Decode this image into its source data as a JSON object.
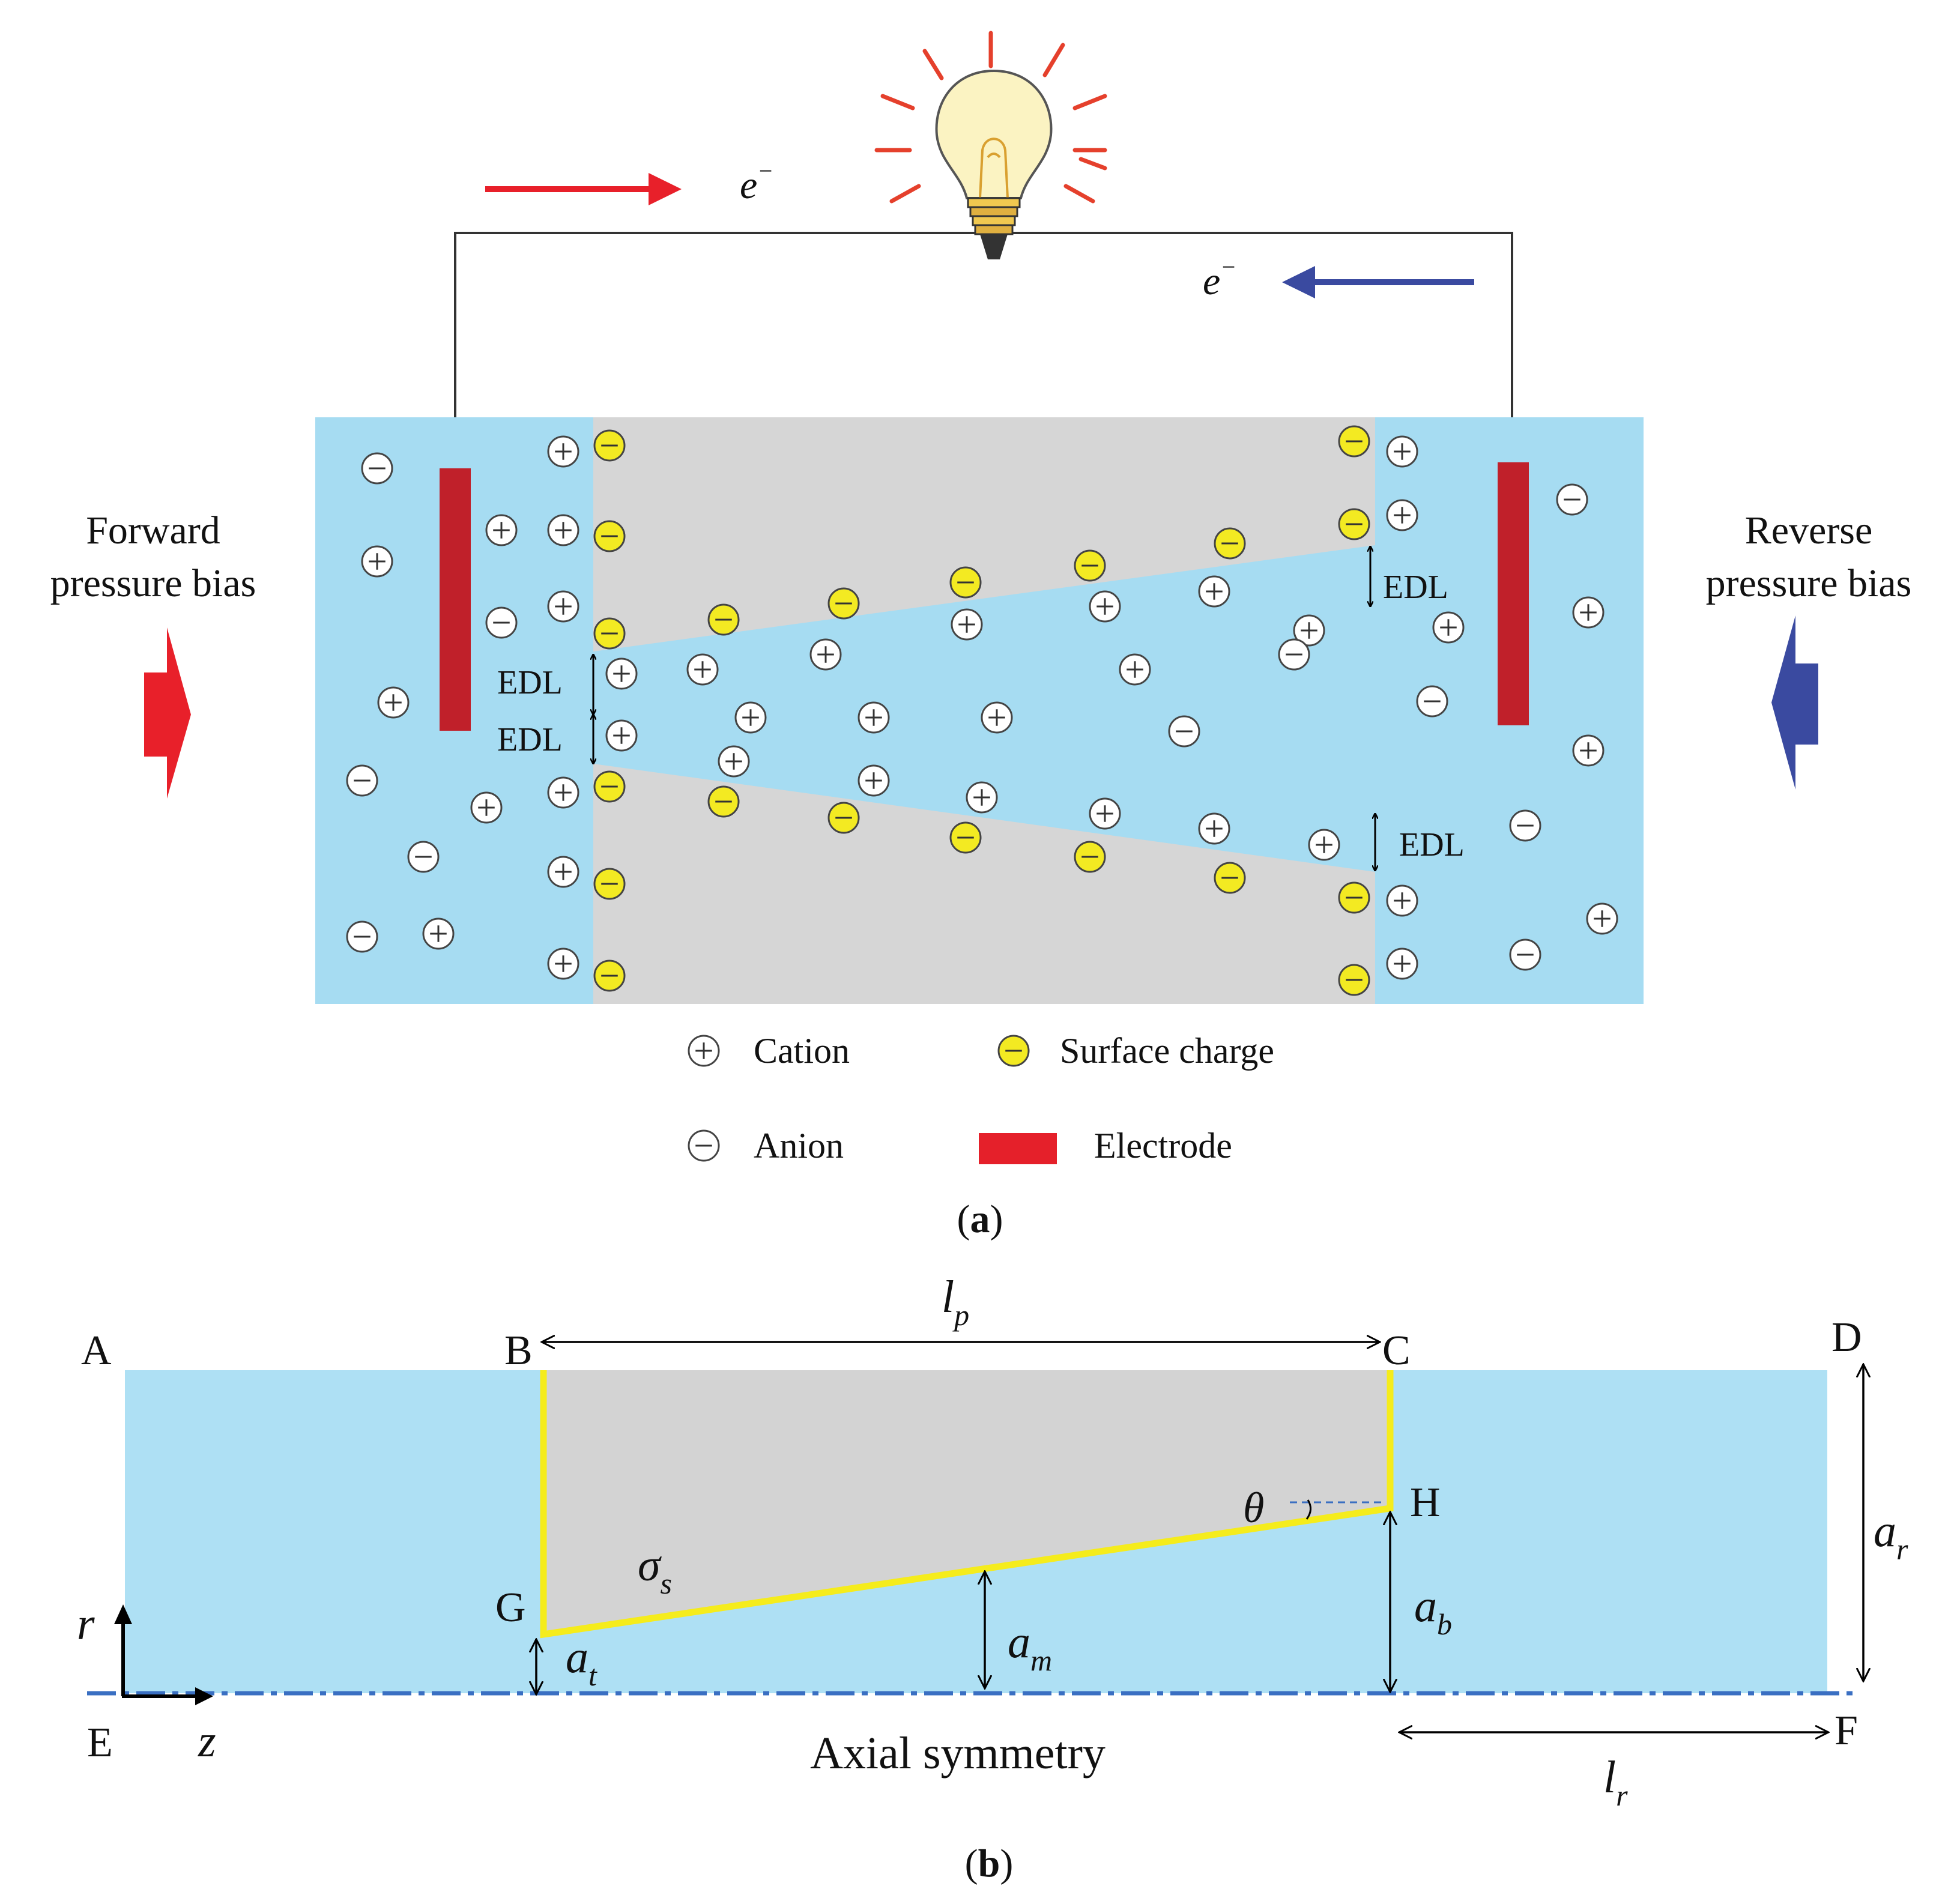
{
  "panel_a": {
    "caption_open": "(",
    "caption_letter": "a",
    "caption_close": ")",
    "electron_symbol": "e",
    "electron_charge": "−",
    "forward_line1": "Forward",
    "forward_line2": "pressure bias",
    "reverse_line1": "Reverse",
    "reverse_line2": "pressure bias",
    "edl": "EDL",
    "legend": {
      "cation": "Cation",
      "surface_charge": "Surface charge",
      "anion": "Anion",
      "electrode": "Electrode"
    },
    "colors": {
      "electrolyte": "#a6dcf2",
      "membrane": "#d6d6d6",
      "electrode": "#c0202a",
      "surface_charge": "#f3ea22",
      "forward_arrow": "#e8202a",
      "reverse_arrow": "#3a4aa0"
    }
  },
  "panel_b": {
    "caption_open": "(",
    "caption_letter": "b",
    "caption_close": ")",
    "points": {
      "A": "A",
      "B": "B",
      "C": "C",
      "D": "D",
      "E": "E",
      "F": "F",
      "G": "G",
      "H": "H"
    },
    "lp": {
      "base": "l",
      "sub": "p"
    },
    "lr": {
      "base": "l",
      "sub": "r"
    },
    "ar": {
      "base": "a",
      "sub": "r"
    },
    "ab": {
      "base": "a",
      "sub": "b"
    },
    "am": {
      "base": "a",
      "sub": "m"
    },
    "at": {
      "base": "a",
      "sub": "t"
    },
    "sigma": {
      "base": "σ",
      "sub": "s"
    },
    "theta": "θ",
    "r_axis": "r",
    "z_axis": "z",
    "axial": "Axial symmetry",
    "colors": {
      "domain": "#aee0f4",
      "pore_wall": "#f5ec1c",
      "symmetry_axis": "#3a6fc2"
    }
  }
}
